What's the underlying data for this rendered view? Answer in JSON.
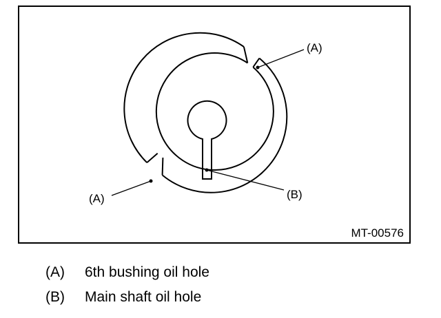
{
  "figure": {
    "code": "MT-00576",
    "callouts": {
      "a_top": "(A)",
      "a_bottom": "(A)",
      "b": "(B)"
    }
  },
  "legend": [
    {
      "key": "(A)",
      "text": "6th bushing oil hole"
    },
    {
      "key": "(B)",
      "text": "Main shaft oil hole"
    }
  ],
  "colors": {
    "line": "#000000",
    "background": "#ffffff"
  }
}
